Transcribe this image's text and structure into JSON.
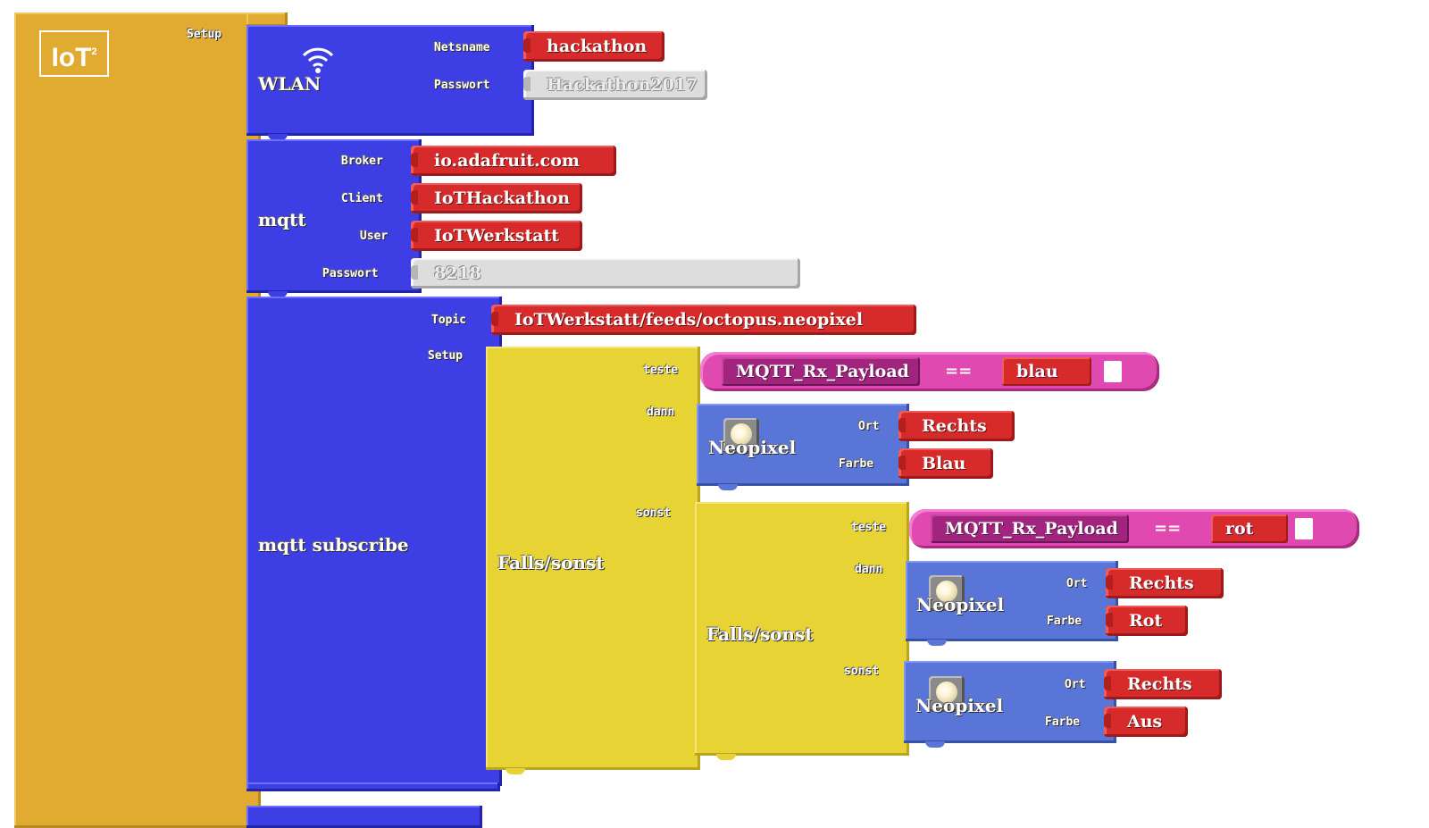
{
  "logo": {
    "text": "IoT",
    "superscript": "2"
  },
  "root": {
    "label": "Setup"
  },
  "wlan": {
    "title": "WLAN",
    "icon": "wifi-icon",
    "ssid_label": "Netsname",
    "ssid_value": "hackathon",
    "password_label": "Passwort",
    "password_value": "Hackathon2017"
  },
  "mqtt": {
    "title": "mqtt",
    "broker_label": "Broker",
    "broker_value": "io.adafruit.com",
    "client_label": "Client",
    "client_value": "IoTHackathon",
    "user_label": "User",
    "user_value": "IoTWerkstatt",
    "password_label": "Passwort",
    "password_value": "8218"
  },
  "subscribe": {
    "title": "mqtt subscribe",
    "topic_label": "Topic",
    "topic_value": "IoTWerkstatt/feeds/octopus.neopixel",
    "setup_label": "Setup"
  },
  "if1": {
    "title": "Falls/sonst",
    "test_label": "teste",
    "then_label": "dann",
    "else_label": "sonst",
    "cond_var": "MQTT_Rx_Payload",
    "cond_op": "==",
    "cond_value": "blau",
    "then_block": {
      "title": "Neopixel",
      "ort_label": "Ort",
      "ort_value": "Rechts",
      "farbe_label": "Farbe",
      "farbe_value": "Blau"
    }
  },
  "if2": {
    "title": "Falls/sonst",
    "test_label": "teste",
    "then_label": "dann",
    "else_label": "sonst",
    "cond_var": "MQTT_Rx_Payload",
    "cond_op": "==",
    "cond_value": "rot",
    "then_block": {
      "title": "Neopixel",
      "ort_label": "Ort",
      "ort_value": "Rechts",
      "farbe_label": "Farbe",
      "farbe_value": "Rot"
    },
    "else_block": {
      "title": "Neopixel",
      "ort_label": "Ort",
      "ort_value": "Rechts",
      "farbe_label": "Farbe",
      "farbe_value": "Aus"
    }
  },
  "colors": {
    "setup_block": "#e1ab31",
    "network_block": "#3e3ee5",
    "logic_block": "#e8d335",
    "neopixel_block": "#5a75d8",
    "text_field": "#d72a2a",
    "compare_block": "#df49b0",
    "variable_block": "#a1257e"
  }
}
